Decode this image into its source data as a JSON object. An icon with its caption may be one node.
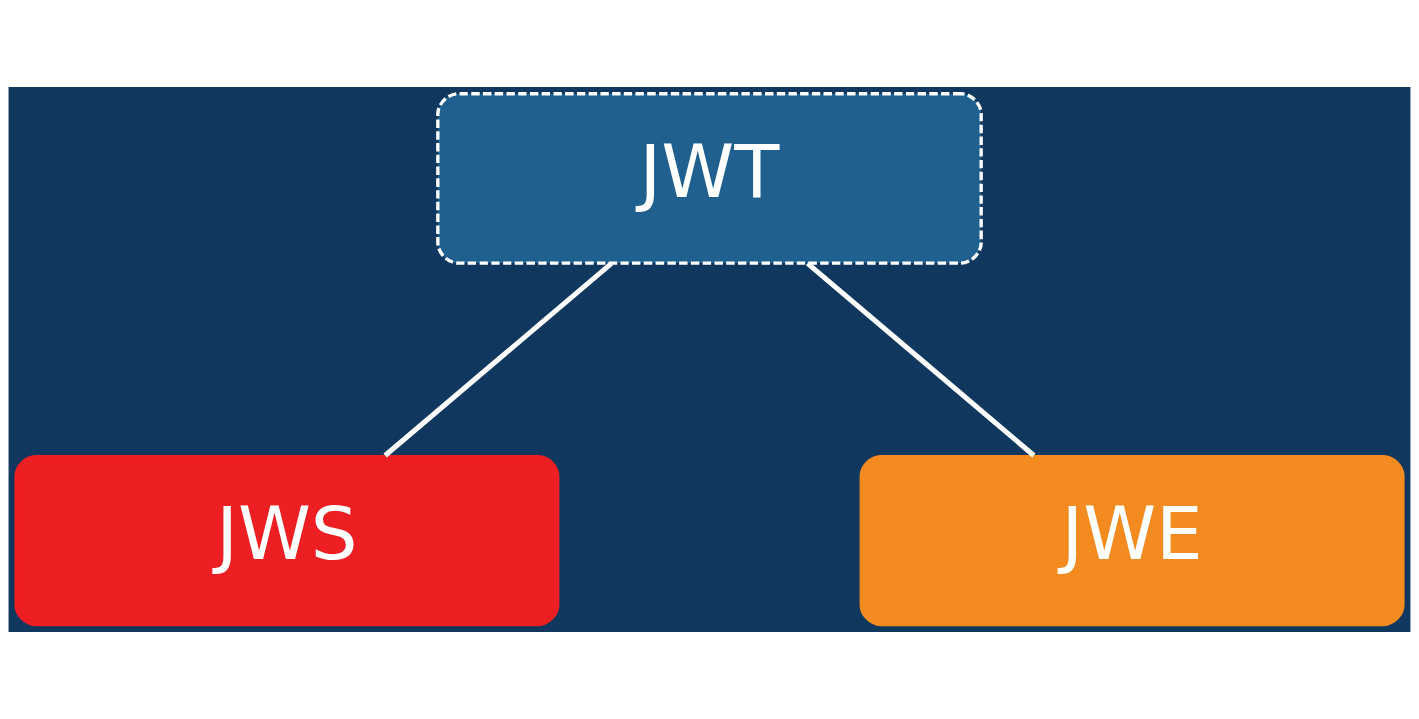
{
  "diagram": {
    "nodes": [
      {
        "text": [
          "JWT"
        ]
      },
      {
        "text": [
          "JWS"
        ]
      },
      {
        "text": [
          "JWE"
        ]
      }
    ],
    "edges": [
      {
        "from": 0,
        "to": 1,
        "arrow": "none"
      },
      {
        "from": 0,
        "to": 2,
        "arrow": "none"
      }
    ]
  }
}
